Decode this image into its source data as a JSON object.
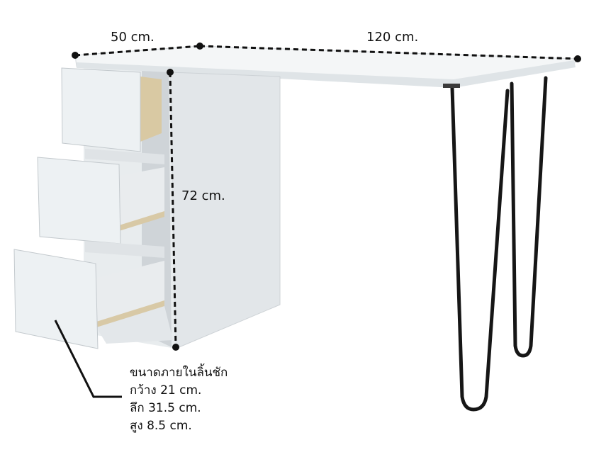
{
  "dimensions": {
    "depth": "50 cm.",
    "width": "120 cm.",
    "height": "72 cm."
  },
  "drawer_note": {
    "title": "ขนาดภายในลิ้นชัก",
    "lines": [
      "กว้าง 21 cm.",
      "ลึก 31.5 cm.",
      "สูง 8.5 cm."
    ]
  },
  "colors": {
    "desk_white": "#eef2f4",
    "desk_shadow": "#c9cfd3",
    "leg_black": "#161616",
    "dimension_line": "#111111",
    "drawer_wood": "#d8c9a6"
  }
}
